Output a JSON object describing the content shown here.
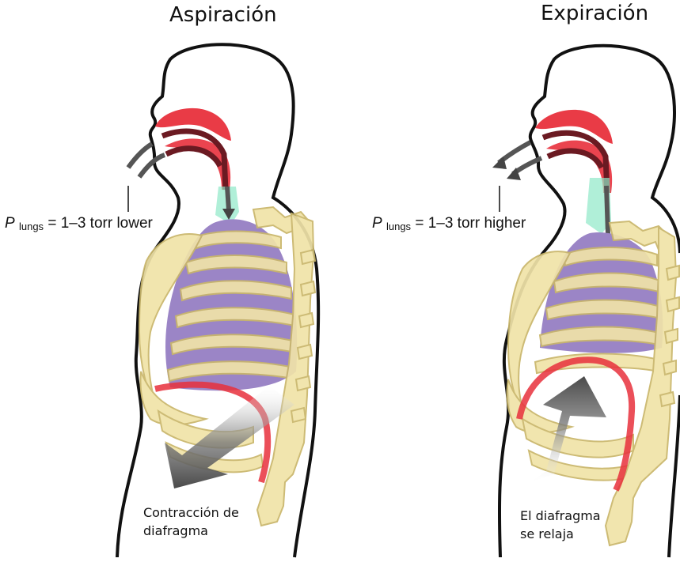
{
  "panels": [
    {
      "title": "Aspiración",
      "pressure": {
        "symbol": "P",
        "subscript": "lungs",
        "text": " = 1–3 torr lower"
      },
      "caption": [
        "Contracción de",
        "diafragma"
      ]
    },
    {
      "title": "Expiración",
      "pressure": {
        "symbol": "P",
        "subscript": "lungs",
        "text": " = 1–3 torr higher"
      },
      "caption": [
        "El diafragma",
        "se relaja"
      ]
    }
  ],
  "colors": {
    "outline": "#111111",
    "airway": "#e8303c",
    "airway_dark": "#7a1a22",
    "trachea": "#8ee8c8",
    "lungs": "#9b85c6",
    "ribs": "#f0e3a8",
    "ribs_stroke": "#c9b66a",
    "diaphragm": "#e8303c",
    "arrow": "#555555"
  }
}
